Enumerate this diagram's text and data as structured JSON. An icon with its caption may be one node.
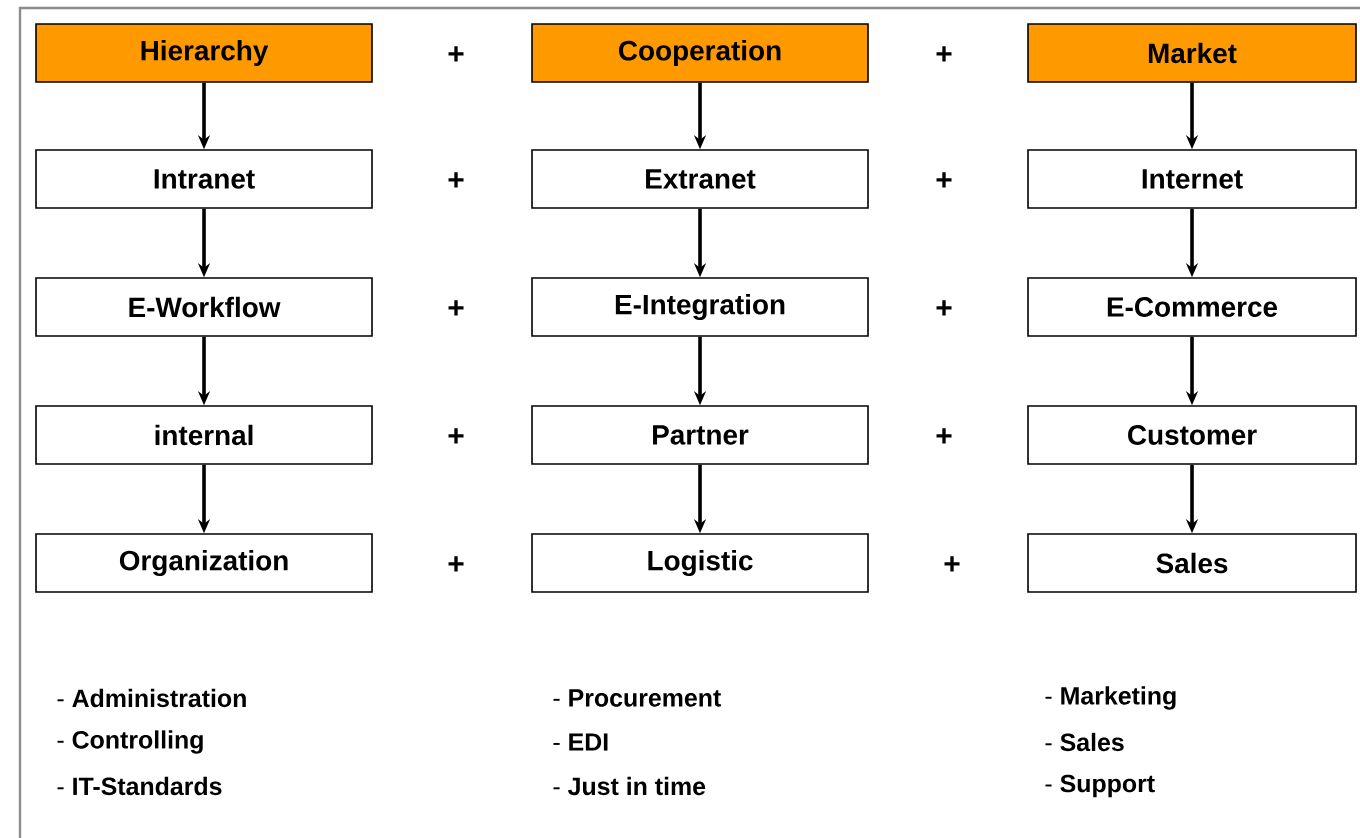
{
  "diagram": {
    "nodes": [
      {
        "text": [
          "Hierarchy"
        ]
      },
      {
        "text": [
          "Cooperation"
        ]
      },
      {
        "text": [
          "Market"
        ]
      },
      {
        "text": [
          "Intranet"
        ]
      },
      {
        "text": [
          "Extranet"
        ]
      },
      {
        "text": [
          "Internet"
        ]
      },
      {
        "text": [
          "E-Workflow"
        ]
      },
      {
        "text": [
          "E-Integration"
        ]
      },
      {
        "text": [
          "E-Commerce"
        ]
      },
      {
        "text": [
          "internal"
        ]
      },
      {
        "text": [
          "Partner"
        ]
      },
      {
        "text": [
          "Customer"
        ]
      },
      {
        "text": [
          "Organization"
        ]
      },
      {
        "text": [
          "Logistic"
        ]
      },
      {
        "text": [
          "Sales"
        ]
      }
    ],
    "edges": [
      {
        "from": 0,
        "to": 3,
        "arrow": "to"
      },
      {
        "from": 1,
        "to": 4,
        "arrow": "to"
      },
      {
        "from": 2,
        "to": 5,
        "arrow": "to"
      },
      {
        "from": 3,
        "to": 6,
        "arrow": "to"
      },
      {
        "from": 4,
        "to": 7,
        "arrow": "to"
      },
      {
        "from": 5,
        "to": 8,
        "arrow": "to"
      },
      {
        "from": 6,
        "to": 9,
        "arrow": "to"
      },
      {
        "from": 7,
        "to": 10,
        "arrow": "to"
      },
      {
        "from": 8,
        "to": 11,
        "arrow": "to"
      },
      {
        "from": 9,
        "to": 12,
        "arrow": "to"
      },
      {
        "from": 10,
        "to": 13,
        "arrow": "to"
      },
      {
        "from": 11,
        "to": 14,
        "arrow": "to"
      }
    ],
    "labels": [
      "+",
      "+",
      "+",
      "+",
      "+",
      "+",
      "+",
      "+",
      "+",
      "+",
      "- **Administration**",
      "- **Procurement**",
      "- **Marketing**",
      "- **Controlling**",
      "- **EDI**",
      "- **Sales**",
      "- **IT-Standards**",
      "- **Just in time**",
      "- **Support**"
    ]
  }
}
